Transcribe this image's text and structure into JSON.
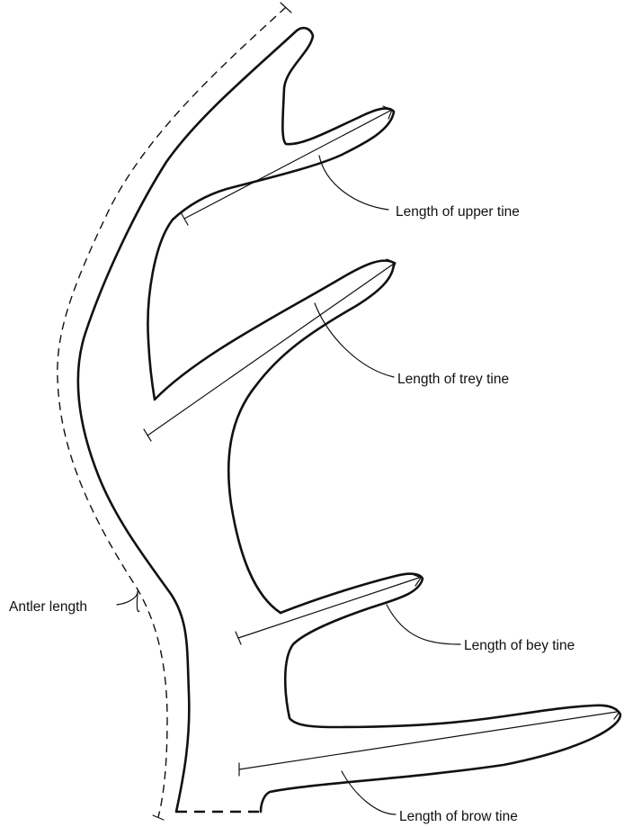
{
  "labels": {
    "antler_length": "Antler length",
    "upper_tine": "Length of upper tine",
    "trey_tine": "Length of trey tine",
    "bey_tine": "Length of bey tine",
    "brow_tine": "Length of brow tine"
  }
}
